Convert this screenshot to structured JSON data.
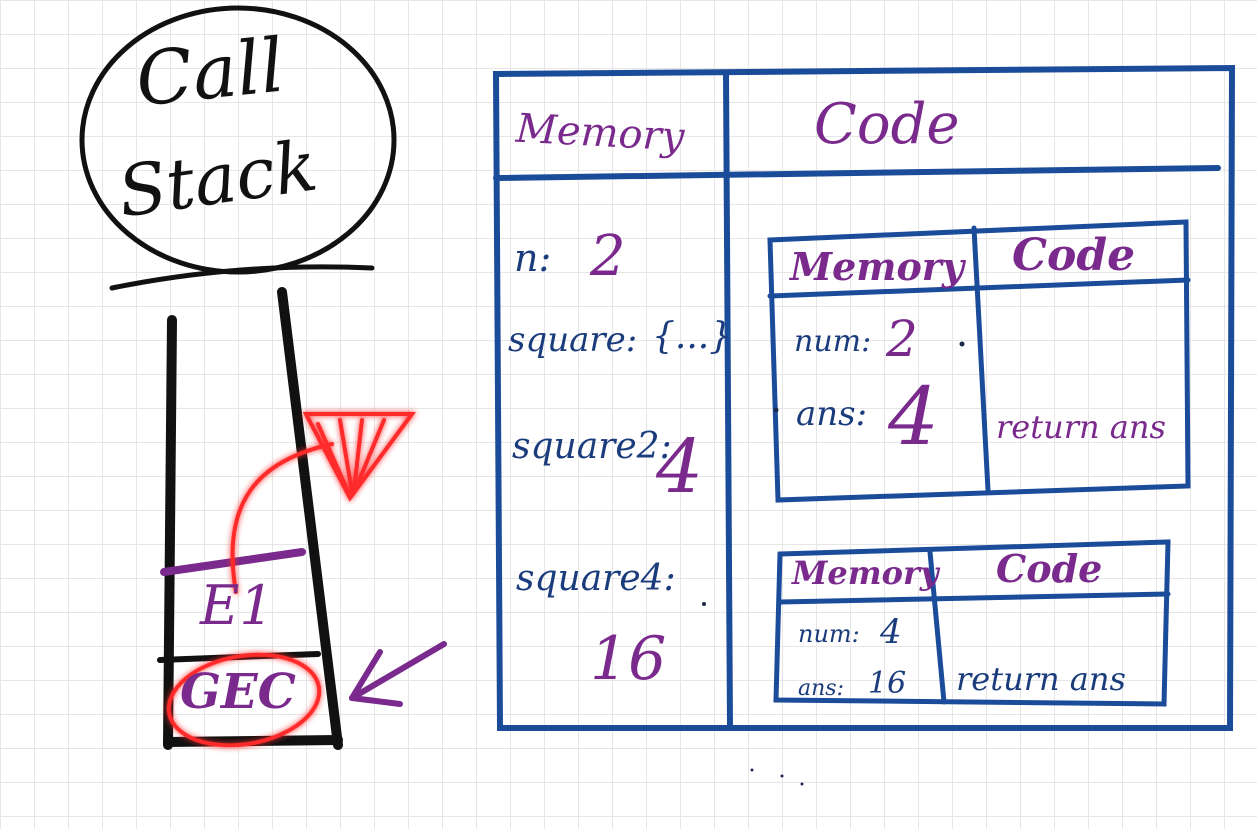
{
  "call_stack": {
    "title_line1": "Call",
    "title_line2": "Stack",
    "frames": [
      "E1",
      "GEC"
    ]
  },
  "global_context": {
    "memory_header": "Memory",
    "code_header": "Code",
    "memory_entries": [
      {
        "label": "n:",
        "value": "2"
      },
      {
        "label": "square:",
        "value": "{...}"
      },
      {
        "label": "square2:",
        "value": "4"
      },
      {
        "label": "square4:",
        "value": "16"
      }
    ]
  },
  "context_1": {
    "memory_header": "Memory",
    "code_header": "Code",
    "entries": [
      {
        "label": "num:",
        "value": "2"
      },
      {
        "label": "ans:",
        "value": "4"
      }
    ],
    "code": "return ans"
  },
  "context_2": {
    "memory_header": "Memory",
    "code_header": "Code",
    "entries": [
      {
        "label": "num:",
        "value": "4"
      },
      {
        "label": "ans:",
        "value": "16"
      }
    ],
    "code": "return ans"
  },
  "colors": {
    "frame_blue": "#1b4c9a",
    "ink_purple": "#7a2a8c",
    "highlight_red": "#ff2a2a"
  }
}
